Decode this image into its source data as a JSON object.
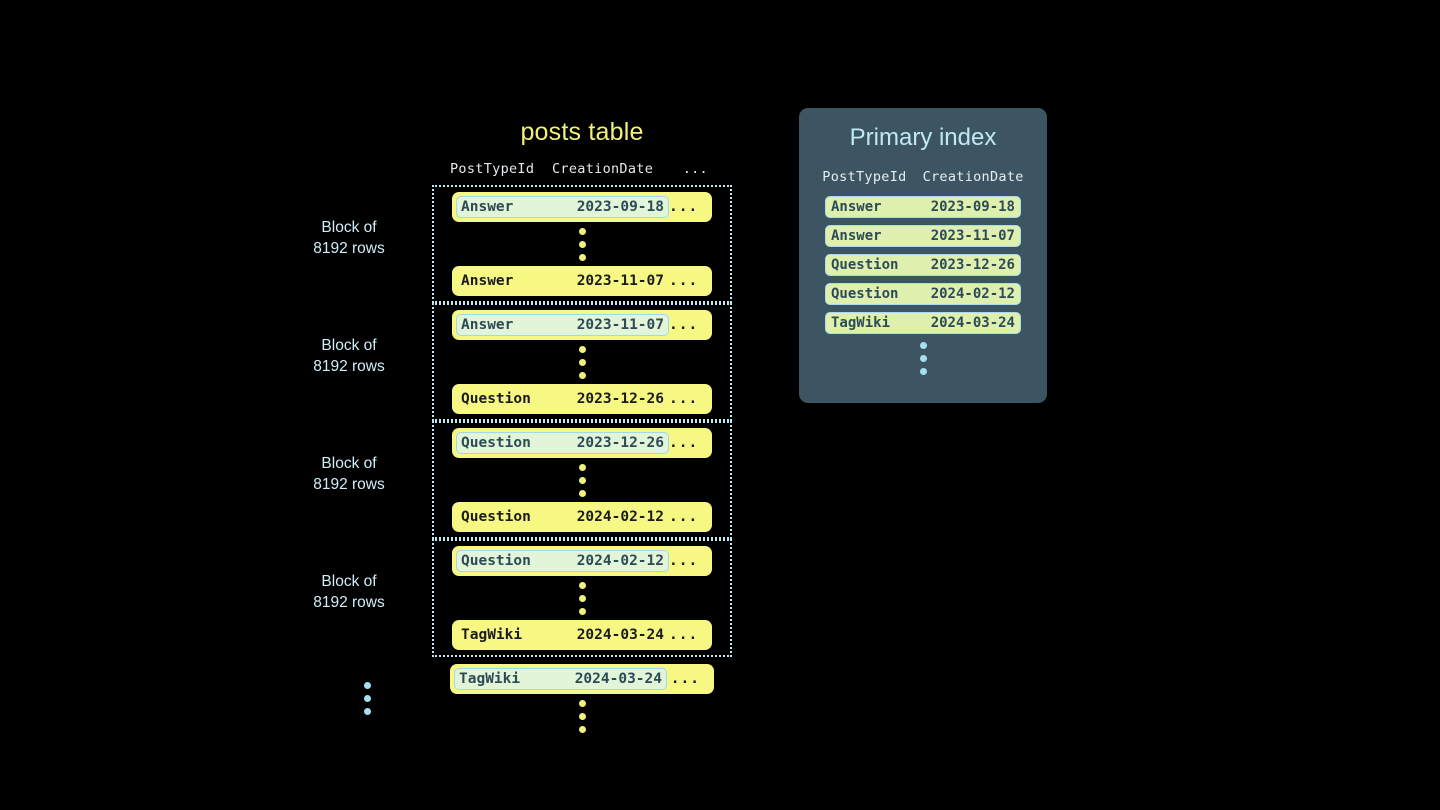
{
  "posts_table": {
    "title": "posts table",
    "columns": [
      "PostTypeId",
      "CreationDate",
      "..."
    ],
    "ellipsis_cell": "...",
    "block_label": "Block of\n8192 rows",
    "block_label_line1": "Block of",
    "block_label_line2": "8192 rows",
    "blocks": [
      {
        "label_line1": "Block of",
        "label_line2": "8192 rows",
        "first_row": {
          "post_type_id": "Answer",
          "creation_date": "2023-09-18",
          "rest": "...",
          "highlighted": true
        },
        "last_row": {
          "post_type_id": "Answer",
          "creation_date": "2023-11-07",
          "rest": "...",
          "highlighted": false
        }
      },
      {
        "label_line1": "Block of",
        "label_line2": "8192 rows",
        "first_row": {
          "post_type_id": "Answer",
          "creation_date": "2023-11-07",
          "rest": "...",
          "highlighted": true
        },
        "last_row": {
          "post_type_id": "Question",
          "creation_date": "2023-12-26",
          "rest": "...",
          "highlighted": false
        }
      },
      {
        "label_line1": "Block of",
        "label_line2": "8192 rows",
        "first_row": {
          "post_type_id": "Question",
          "creation_date": "2023-12-26",
          "rest": "...",
          "highlighted": true
        },
        "last_row": {
          "post_type_id": "Question",
          "creation_date": "2024-02-12",
          "rest": "...",
          "highlighted": false
        }
      },
      {
        "label_line1": "Block of",
        "label_line2": "8192 rows",
        "first_row": {
          "post_type_id": "Question",
          "creation_date": "2024-02-12",
          "rest": "...",
          "highlighted": true
        },
        "last_row": {
          "post_type_id": "TagWiki",
          "creation_date": "2024-03-24",
          "rest": "...",
          "highlighted": false
        }
      }
    ],
    "trailing_row": {
      "post_type_id": "TagWiki",
      "creation_date": "2024-03-24",
      "rest": "...",
      "highlighted": true
    }
  },
  "primary_index": {
    "title": "Primary index",
    "columns": [
      "PostTypeId",
      "CreationDate"
    ],
    "rows": [
      {
        "post_type_id": "Answer",
        "creation_date": "2023-09-18"
      },
      {
        "post_type_id": "Answer",
        "creation_date": "2023-11-07"
      },
      {
        "post_type_id": "Question",
        "creation_date": "2023-12-26"
      },
      {
        "post_type_id": "Question",
        "creation_date": "2024-02-12"
      },
      {
        "post_type_id": "TagWiki",
        "creation_date": "2024-03-24"
      }
    ]
  },
  "colors": {
    "background": "#000000",
    "row_yellow": "#f7f783",
    "highlight_green": "#e2f5d8",
    "highlight_border": "#9fd9ee",
    "panel_slate": "#3d5562",
    "index_row": "#dff0ae",
    "accent_blue": "#bfe9f5",
    "title_yellow": "#f2f27a",
    "dot_yellow": "#f2f27a",
    "dot_blue": "#a5e0f2"
  }
}
